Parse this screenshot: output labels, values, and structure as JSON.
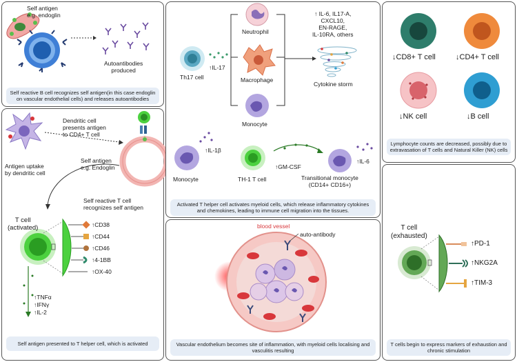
{
  "panel1": {
    "self_antigen_label": "Self antigen\ne.g. endoglin",
    "autoantibodies_label": "Autoantibodies\nproduced",
    "caption": "Self reactive B cell recognizes self antigen(in this case endoglin on vascular endothelial cells) and releases autoantibodies"
  },
  "panel2": {
    "dendritic_label": "Dendritic cell\npresents antigen\nto CD4+ T cell",
    "uptake_label": "Antigen uptake\nby dendritic cell",
    "self_antigen_label": "Self antigen\ne.g. Endoglin",
    "self_reactive_label": "Self reactive T cell\nrecognizes self antigen",
    "tcell_label": "T cell\n(activated)",
    "markers": [
      "↑CD38",
      "↑CD44",
      "↑CD46",
      "↑4-1BB",
      "↑OX-40"
    ],
    "cytokines": [
      "↑TNFα",
      "↑IFNγ",
      "↑IL-2"
    ],
    "caption": "Self antigen presented to T helper cell, which is activated"
  },
  "panel3": {
    "neutrophil": "Neutrophil",
    "macrophage": "Macrophage",
    "monocyte_top": "Monocyte",
    "th17": "Th17 cell",
    "il17": "↑IL-17",
    "cytokine_list": "↑ IL-6, IL17-A,\nCXCL10,\nEN-RAGE,\nIL-10RA, others",
    "storm": "Cytokine storm",
    "il1b": "↑IL-1β",
    "monocyte_bottom": "Monocyte",
    "th1": "TH-1 T cell",
    "gmcsf": "↑GM-CSF",
    "transitional": "Transitional monocyte\n(CD14+ CD16+)",
    "il6": "↑IL-6",
    "caption": "Activated T helper cell activates myeloid cells, which release inflammatory cytokines and chemokines, leading to immune cell migration into the tissues."
  },
  "panel4": {
    "blood_vessel": "blood vessel",
    "auto_antibody": "auto-antibody",
    "caption": "Vascular endothelium becomes site of inflammation, with myeloid cells localising and vasculitis resulting"
  },
  "panel5": {
    "cd8": "↓CD8+ T cell",
    "cd4": "↓CD4+ T cell",
    "nk": "↓NK cell",
    "b": "↓B cell",
    "caption": "Lymphocyte counts are decreased, possibly due to extravasation of T cells and Natural Killer (NK) cells"
  },
  "panel6": {
    "tcell_label": "T cell\n(exhausted)",
    "markers": [
      "↑PD-1",
      "↑NKG2A",
      "↑TIM-3"
    ],
    "caption": "T cells begin to express markers of exhaustion and chronic stimulation"
  },
  "colors": {
    "caption_bg": "#e6edf6",
    "cd8": "#2e7d6b",
    "cd4": "#ef8a3c",
    "nk": "#f2a3a8",
    "b": "#2f9ed2",
    "tcell_active": "#4cd13f",
    "monocyte": "#8a78c4",
    "vessel_red": "#d8373b"
  }
}
